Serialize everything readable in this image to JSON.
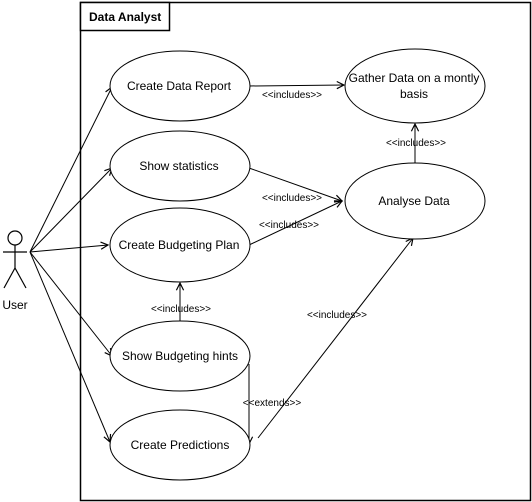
{
  "system": {
    "title": "Data Analyst"
  },
  "actor": {
    "label": "User"
  },
  "use_cases": {
    "create_report": "Create Data Report",
    "show_statistics": "Show statistics",
    "budgeting_plan": "Create Budgeting Plan",
    "budgeting_hints": "Show Budgeting hints",
    "predictions": "Create Predictions",
    "gather_data_line1": "Gather Data on a montly",
    "gather_data_line2": "basis",
    "analyse_data": "Analyse Data"
  },
  "relations": {
    "report_gather": "<<includes>>",
    "analyse_gather": "<<includes>>",
    "stats_analyse": "<<includes>>",
    "plan_analyse": "<<includes>>",
    "hints_plan": "<<includes>>",
    "predictions_analyse": "<<includes>>",
    "hints_predictions": "<<extends>>"
  }
}
